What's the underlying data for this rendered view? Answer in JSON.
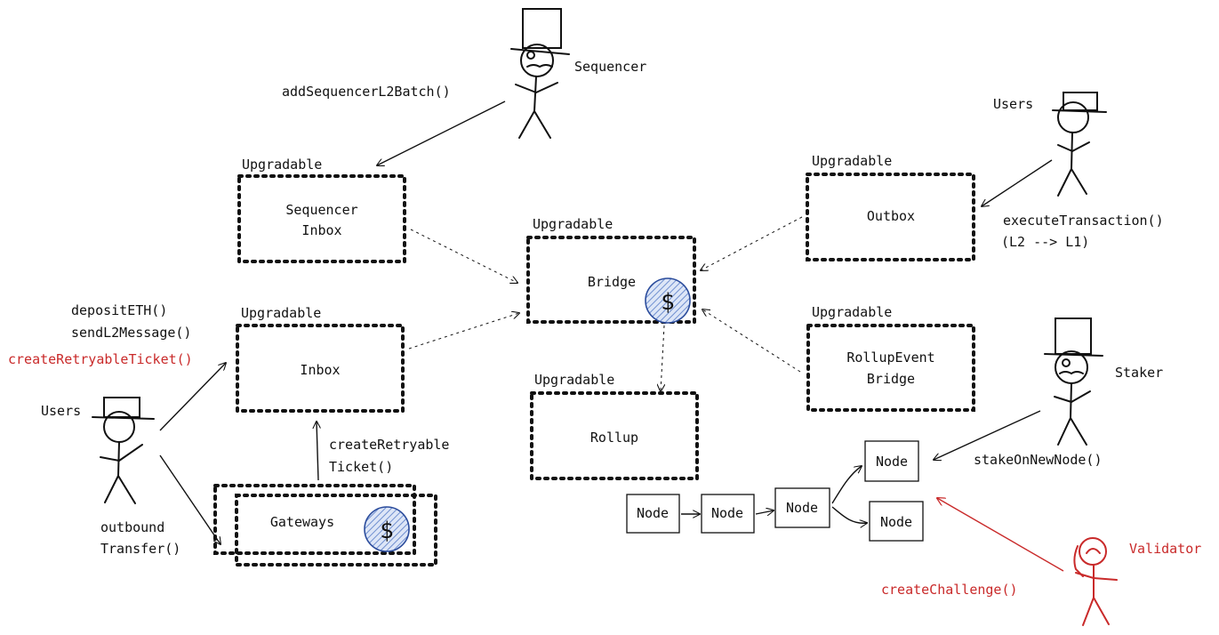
{
  "labels": {
    "upgradable": "Upgradable",
    "sequencer_inbox_l1": "Sequencer",
    "sequencer_inbox_l2": "Inbox",
    "inbox": "Inbox",
    "bridge": "Bridge",
    "outbox": "Outbox",
    "rollup_event_l1": "RollupEvent",
    "rollup_event_l2": "Bridge",
    "rollup": "Rollup",
    "gateways": "Gateways",
    "node": "Node",
    "dollar": "$"
  },
  "actors": {
    "sequencer": "Sequencer",
    "users_right": "Users",
    "users_left": "Users",
    "staker": "Staker",
    "validator": "Validator"
  },
  "calls": {
    "add_sequencer_batch": "addSequencerL2Batch()",
    "deposit_eth": "depositETH()",
    "send_l2_message": "sendL2Message()",
    "create_retryable_ticket": "createRetryableTicket()",
    "create_retryable_l1": "createRetryable",
    "create_retryable_l2": "Ticket()",
    "outbound_l1": "outbound",
    "outbound_l2": "Transfer()",
    "execute_transaction": "executeTransaction()",
    "execute_direction": "(L2 --> L1)",
    "stake_on_new_node": "stakeOnNewNode()",
    "create_challenge": "createChallenge()"
  },
  "colors": {
    "ink": "#111111",
    "highlight": "#c92a2a",
    "coin_fill": "#a9bde6",
    "coin_stroke": "#2b4c9c"
  }
}
